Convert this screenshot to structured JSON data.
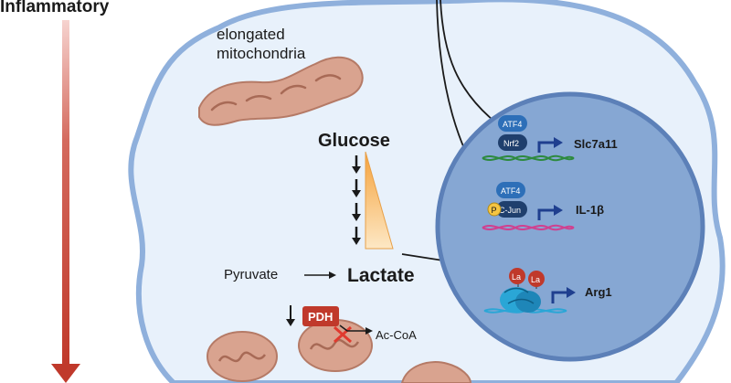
{
  "side_label": "Inflammatory",
  "mito_label_line1": "elongated",
  "mito_label_line2": "mitochondria",
  "glucose": "Glucose",
  "pyruvate": "Pyruvate",
  "lactate": "Lactate",
  "pdh": "PDH",
  "acetyl_coa": "Ac-CoA",
  "phospho": "P",
  "lactyl_mark": "La",
  "nucleus": {
    "gene1": {
      "tf_top": "ATF4",
      "tf_bottom": "Nrf2",
      "target": "Slc7a11"
    },
    "gene2": {
      "tf_top": "ATF4",
      "tf_bottom": "C-Jun",
      "target": "IL-1β"
    },
    "gene3": {
      "target": "Arg1"
    }
  },
  "colors": {
    "cell_fill": "#e8f1fb",
    "cell_border": "#8fb0dc",
    "nucleus_fill": "#86a7d3",
    "nucleus_border": "#5c80b8",
    "inflammatory_arrow": "#c0392b",
    "tf_blue": "#2d6fb8",
    "tf_dark": "#1f3f6d",
    "mito_fill": "#d9a38f",
    "pdh_red": "#c0392b",
    "gradient_orange": "#f3a64a",
    "dna_green": "#2d8a3e",
    "dna_pink": "#d0408f"
  },
  "icons": [
    "arrow-down-icon",
    "arrow-right-icon",
    "gene-arrow-icon",
    "inhibition-x-icon",
    "dna-icon",
    "nucleosome-icon"
  ]
}
